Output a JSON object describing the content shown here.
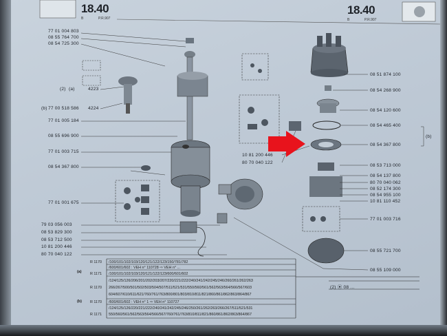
{
  "header": {
    "left_page_number": "18.40",
    "left_sub_a": "B",
    "left_sub_b": "P.R.907",
    "right_page_number": "18.40",
    "right_sub_a": "B",
    "right_sub_b": "P.R.907"
  },
  "left_part_numbers": [
    "77 01 004 803",
    "08 55 764 700",
    "08 54 725 300",
    "77 01 005 184",
    "08 55 696 900",
    "77 01 003 715",
    "08 54 367 800",
    "77 01 001 675",
    "79 03 056 003",
    "08 53 829 300",
    "08 53 712 500",
    "10 81 200 446",
    "80 70 040 122"
  ],
  "left_side_labels": {
    "a_marker": "(2)",
    "a_letter": "(a)",
    "a_num": "4223",
    "b_marker": "(b)",
    "b_ref": "77 00 518 586",
    "b_num": "4224"
  },
  "center_part_numbers": [
    "10 81 200 446",
    "80 70 040 122"
  ],
  "right_part_numbers": [
    "08 51 874 100",
    "08 54 268 900",
    "08 54 120 600",
    "08 54 465 400",
    "08 54 367 800",
    "08 53 713 000",
    "08 54 137 800",
    "80 70 040 062",
    "08 52 174 300",
    "08 54 955 100",
    "10 81 110 452",
    "77 01 003 716",
    "08 55 721 700",
    "08 55 109 000"
  ],
  "right_b_marker": "(b)",
  "footer_ref": "(2)  ⦿  08 ...",
  "table": {
    "row_a_marker": "(a)",
    "row_b_marker": "(b)",
    "rows": [
      {
        "model": "R 1170",
        "text": "/100/101/102/103/120/121/122/123/150/781/782"
      },
      {
        "model": "",
        "text": "/600/601/602 : VEH n° 110728  ⇨  VEH n° ..."
      },
      {
        "model": "R 1171",
        "text": "/100/101/102/103/120/121/122/123/600/601/602"
      },
      {
        "model": "",
        "text": "/124/125/126/206/201/202/203/207/220/221/222/240/241/242/245/246/260/261/262/263"
      },
      {
        "model": "R 1170",
        "text": "266/267/500/501/502/503/504/507/511/521/531/550/560/561/562/563/564/566/567/603"
      },
      {
        "model": "",
        "text": "604/607/610/611/621/760/761/763/800/801/803/810/811/821/860/861/862/863/864/867"
      },
      {
        "model": "R 1170",
        "text": "/600/601/602 : VEH n°  1  ⇨  VEH n° 110727"
      },
      {
        "model": "",
        "text": "/124/125/126/220/221/222/240/241/242/245/246/250/261/262/263/266/267/511/521/531"
      },
      {
        "model": "R 1171",
        "text": "550/560/561/562/563/564/566/567/760/761/763/810/811/821/860/861/862/863/864/867"
      }
    ]
  },
  "annotation": {
    "arrow_color": "#e8131c",
    "arrow_target": "08 54 367 800"
  }
}
